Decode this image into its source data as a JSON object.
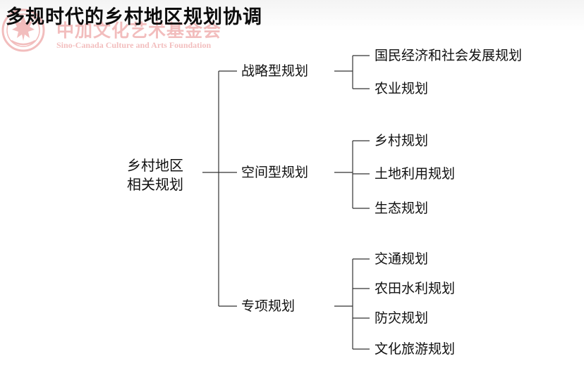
{
  "slide": {
    "title": "多规时代的乡村地区规划协调"
  },
  "watermark": {
    "name_cn": "中加文化艺术基金会",
    "name_en": "Sino-Canada Culture and Arts Foundation"
  },
  "colors": {
    "watermark_red": "#d41616",
    "line": "#333333",
    "text": "#111111"
  },
  "diagram": {
    "root": {
      "line1": "乡村地区",
      "line2": "相关规划"
    },
    "branches": [
      {
        "label": "战略型规划",
        "children": [
          "国民经济和社会发展规划",
          "农业规划"
        ]
      },
      {
        "label": "空间型规划",
        "children": [
          "乡村规划",
          "土地利用规划",
          "生态规划"
        ]
      },
      {
        "label": "专项规划",
        "children": [
          "交通规划",
          "农田水利规划",
          "防灾规划",
          "文化旅游规划"
        ]
      }
    ]
  }
}
